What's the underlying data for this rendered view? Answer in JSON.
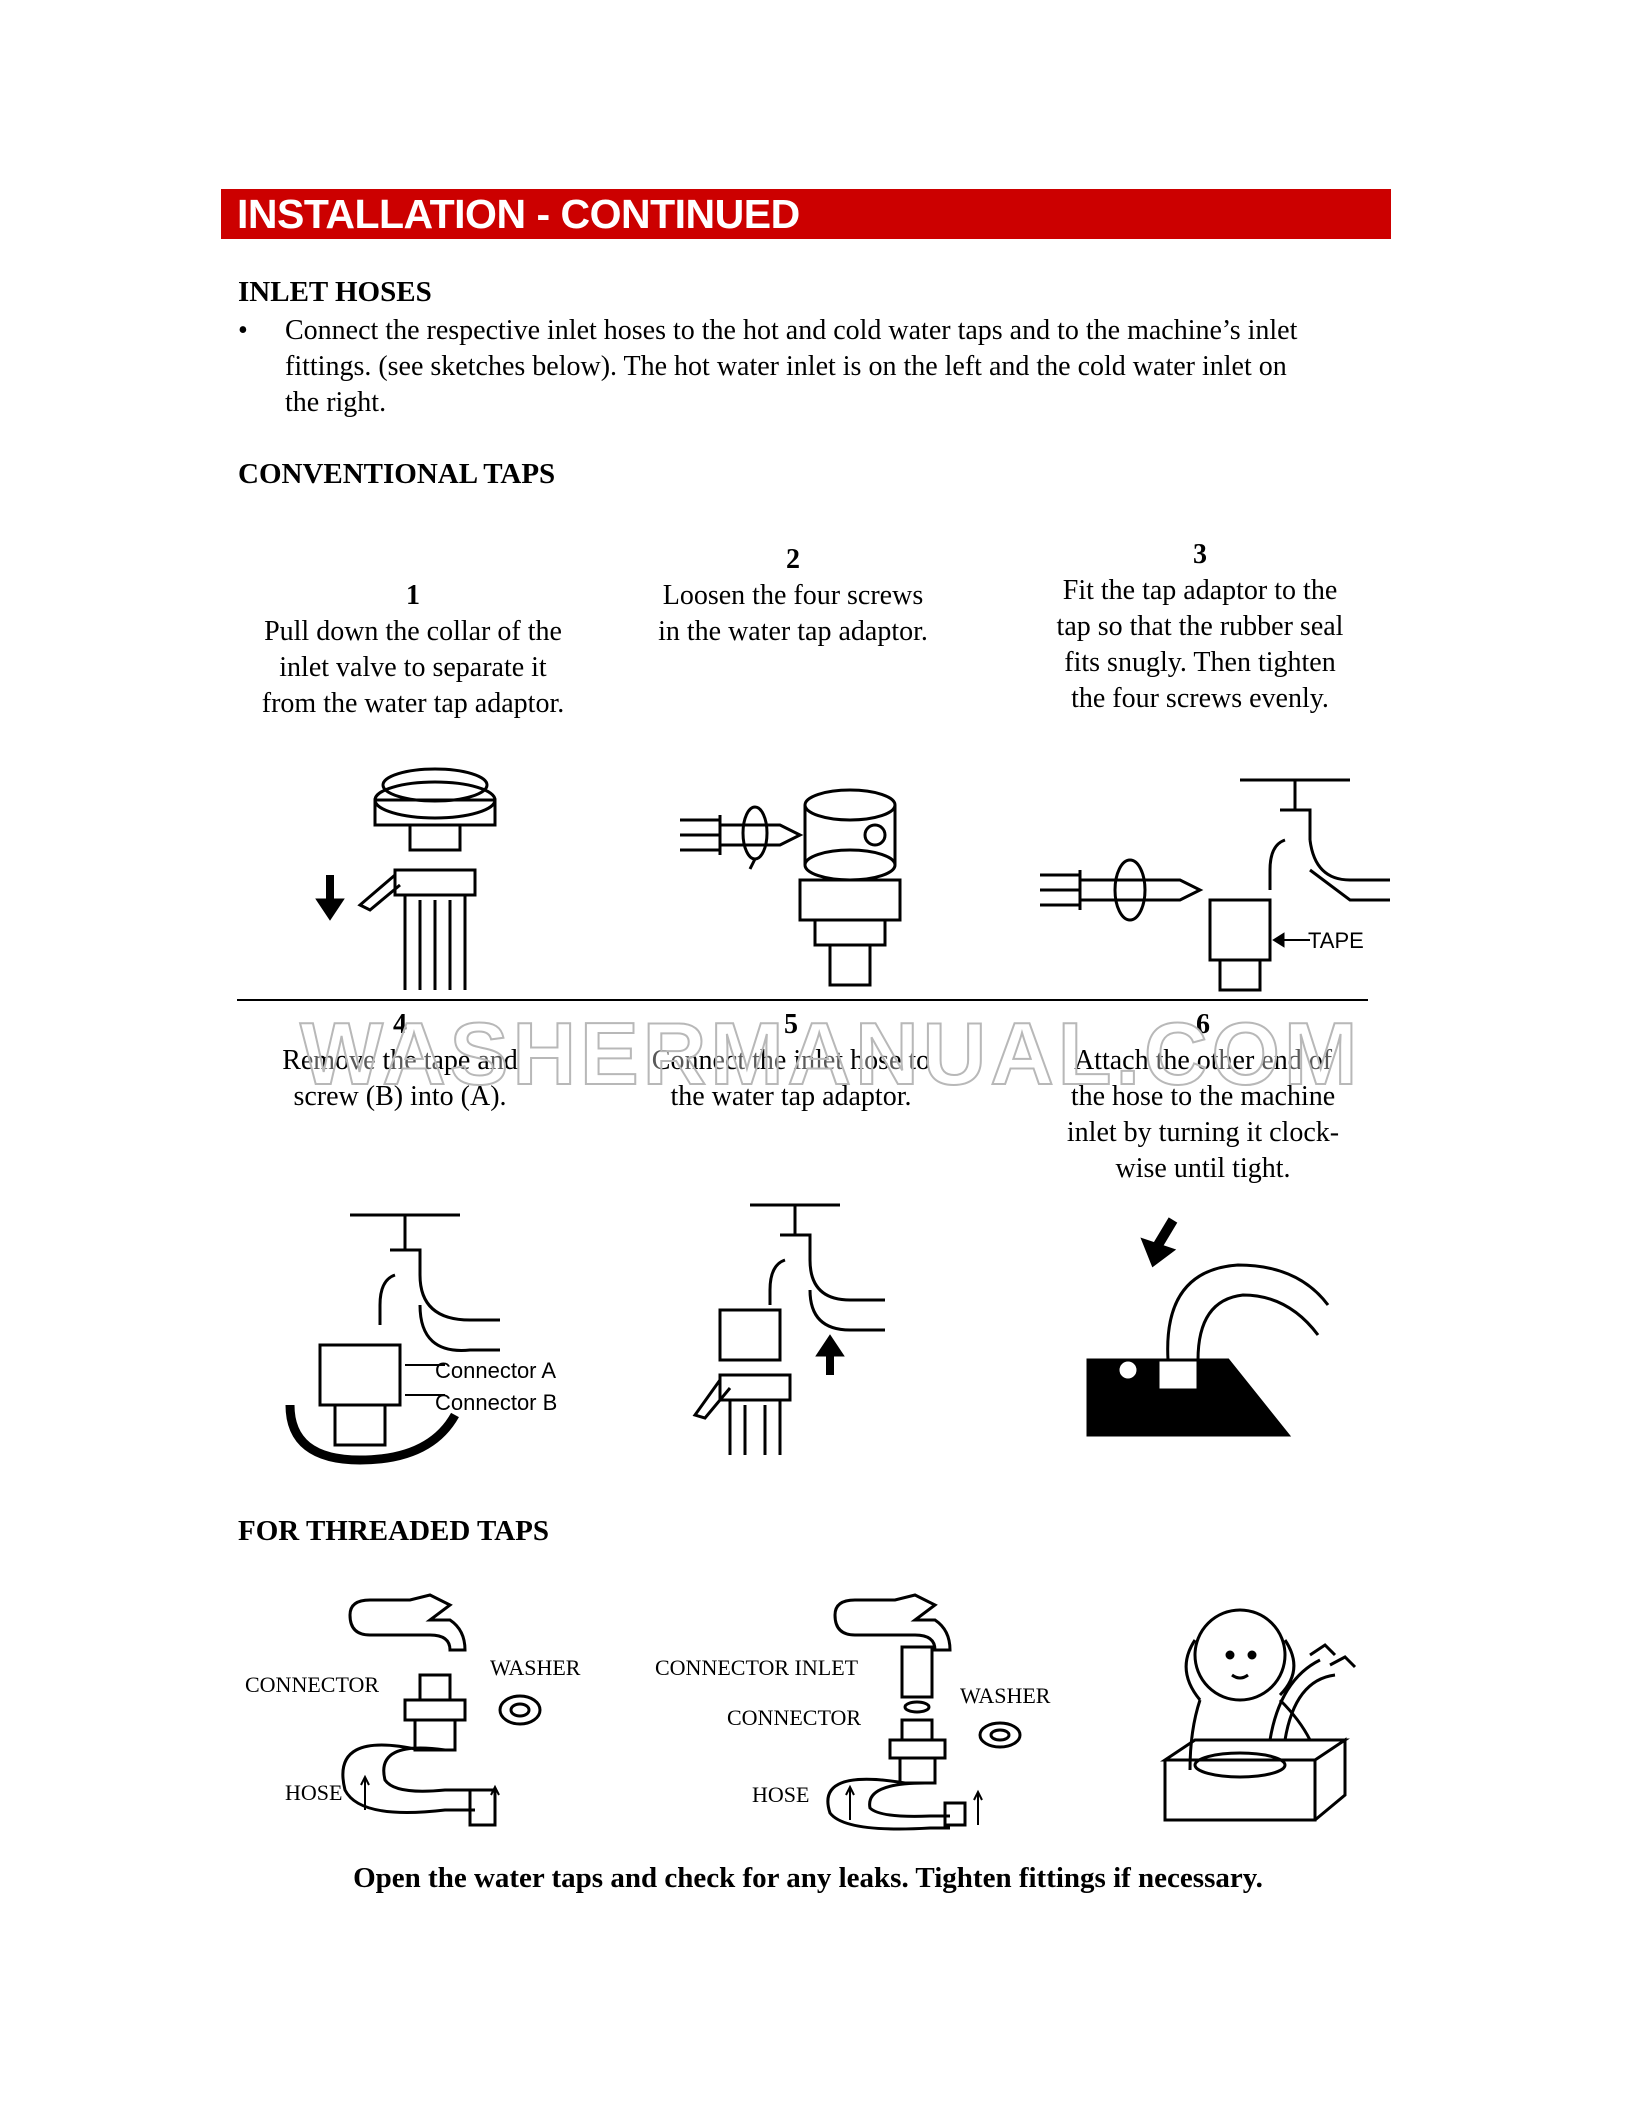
{
  "header": {
    "title": "INSTALLATION - CONTINUED",
    "color": "#cc0000"
  },
  "inlet_hoses": {
    "heading": "INLET HOSES",
    "bullet_lines": [
      "Connect the respective inlet hoses to the hot and cold water taps and to the machine’s inlet",
      "fittings. (see sketches below). The hot water inlet is on the left and the cold water inlet on",
      "the right."
    ]
  },
  "conventional_taps": {
    "heading": "CONVENTIONAL TAPS",
    "steps": [
      {
        "number": "1",
        "lines": [
          "Pull down the collar of the",
          "inlet valve to separate it",
          "from the water tap adaptor."
        ]
      },
      {
        "number": "2",
        "lines": [
          "Loosen the four screws",
          "in the water tap adaptor."
        ]
      },
      {
        "number": "3",
        "lines": [
          "Fit the tap adaptor to the",
          "tap so that the rubber seal",
          "fits snugly. Then tighten",
          "the four screws evenly."
        ],
        "figure_label": "TAPE"
      },
      {
        "number": "4",
        "lines": [
          "Remove the tape and",
          "screw (B) into (A)."
        ],
        "figure_labels": [
          "Connector A",
          "Connector B"
        ]
      },
      {
        "number": "5",
        "lines": [
          "Connect the inlet hose to",
          "the water tap adaptor."
        ]
      },
      {
        "number": "6",
        "lines": [
          "Attach the other end of",
          "the hose to the machine",
          "inlet by turning it clock-",
          "wise until tight."
        ]
      }
    ]
  },
  "watermark": "WASHERMANUAL.COM",
  "threaded_taps": {
    "heading": "FOR THREADED TAPS",
    "figure1": {
      "connector": "CONNECTOR",
      "washer": "WASHER",
      "hose": "HOSE"
    },
    "figure2": {
      "connector_inlet": "CONNECTOR INLET",
      "connector": "CONNECTOR",
      "washer": "WASHER",
      "hose": "HOSE"
    }
  },
  "footer_note": "Open the water taps and check for any leaks. Tighten fittings if necessary."
}
